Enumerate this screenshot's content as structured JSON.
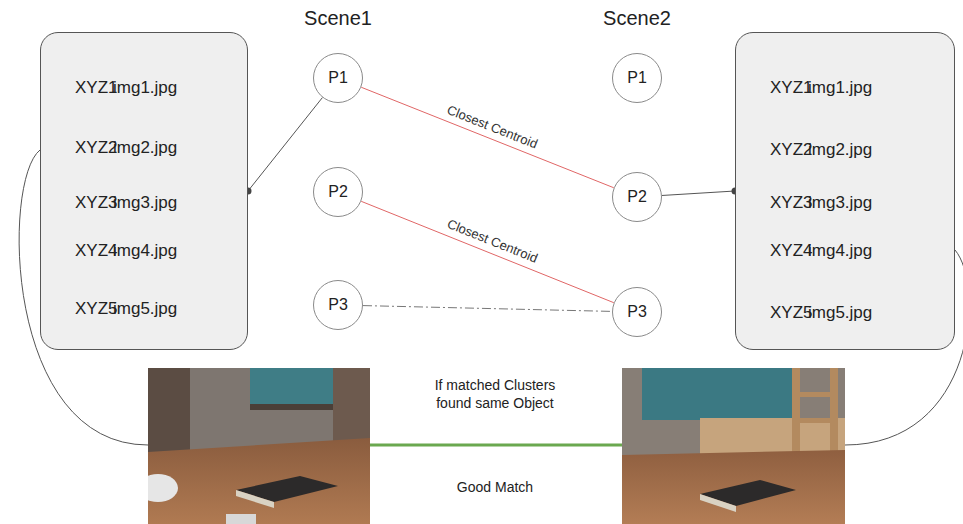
{
  "diagram": {
    "nodes": [
      {
        "text": [
          "XYZ1",
          "img1.jpg",
          "XYZ2",
          "img2.jpg",
          "XYZ3",
          "img3.jpg",
          "XYZ4",
          "img4.jpg",
          "XYZ5",
          "img5.jpg"
        ]
      },
      {
        "text": [
          "P1"
        ]
      },
      {
        "text": [
          "P2"
        ]
      },
      {
        "text": [
          "P3"
        ]
      },
      {
        "text": [
          "P1"
        ]
      },
      {
        "text": [
          "P2"
        ]
      },
      {
        "text": [
          "P3"
        ]
      },
      {
        "text": [
          "XYZ1",
          "img1.jpg",
          "XYZ2",
          "img2.jpg",
          "XYZ3",
          "img3.jpg",
          "XYZ4",
          "img4.jpg",
          "XYZ5",
          "img5.jpg"
        ]
      }
    ],
    "edges": [
      {
        "from": 0,
        "to": 1,
        "arrow": "none"
      },
      {
        "from": 1,
        "to": 5,
        "arrow": "none",
        "label": "Closest Centroid"
      },
      {
        "from": 2,
        "to": 6,
        "arrow": "none",
        "label": "Closest Centroid"
      },
      {
        "from": 3,
        "to": 6,
        "arrow": "none"
      },
      {
        "from": 5,
        "to": 7,
        "arrow": "none"
      }
    ],
    "labels": [
      "Scene1",
      "Scene2",
      "If matched Clusters found same Object",
      "Good Match"
    ]
  }
}
